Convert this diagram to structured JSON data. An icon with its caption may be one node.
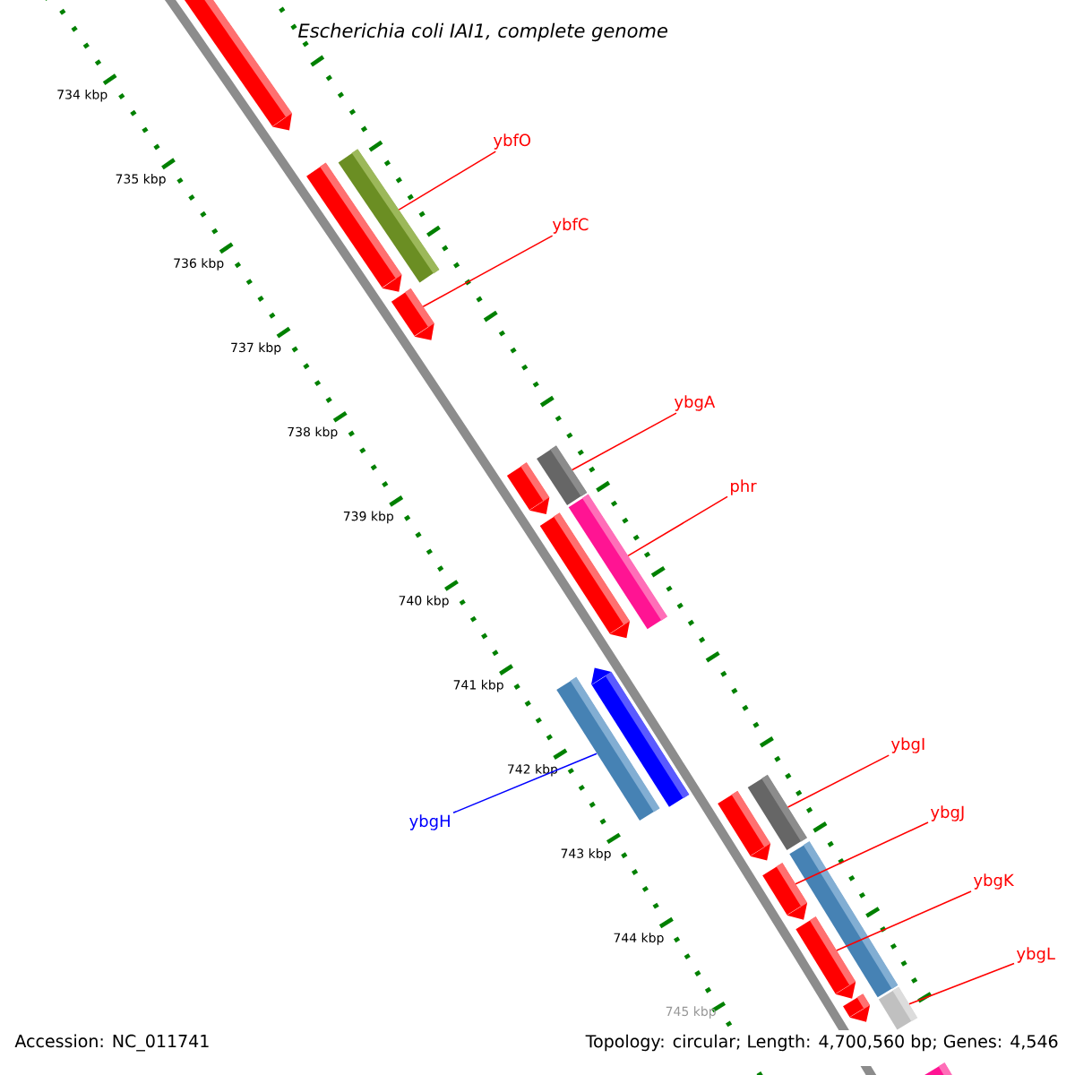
{
  "diagram": {
    "title": "Escherichia coli IAI1, complete genome",
    "nodes": [
      {
        "text": [
          "ybfO"
        ]
      },
      {
        "text": [
          "ybfC"
        ]
      },
      {
        "text": [
          "ybgA"
        ]
      },
      {
        "text": [
          "phr"
        ]
      },
      {
        "text": [
          "ybgH"
        ]
      },
      {
        "text": [
          "ybgI"
        ]
      },
      {
        "text": [
          "ybgJ"
        ]
      },
      {
        "text": [
          "ybgK"
        ]
      },
      {
        "text": [
          "ybgL"
        ]
      },
      {
        "text": [],
        "shape": "bar"
      },
      {
        "text": [],
        "shape": "bar"
      },
      {
        "text": [],
        "shape": "bar"
      },
      {
        "text": [],
        "shape": "bar"
      },
      {
        "text": [],
        "shape": "bar"
      },
      {
        "text": [],
        "shape": "bar"
      },
      {
        "text": [],
        "shape": "bar"
      },
      {
        "text": [],
        "shape": "bar"
      },
      {
        "text": [],
        "shape": "bar"
      },
      {
        "text": [],
        "shape": "bar"
      },
      {
        "text": [],
        "shape": "bar"
      },
      {
        "text": [],
        "shape": "bar"
      },
      {
        "text": [],
        "shape": "bar"
      },
      {
        "text": [],
        "shape": "bar"
      },
      {
        "text": [],
        "shape": "bar"
      },
      {
        "text": [],
        "shape": "bar"
      },
      {
        "text": [],
        "shape": "bar"
      },
      {
        "text": [],
        "shape": "bar"
      }
    ],
    "edges": [
      {
        "from": 0,
        "to": 11,
        "arrow": "none"
      },
      {
        "from": 1,
        "to": 12,
        "arrow": "none"
      },
      {
        "from": 2,
        "to": 14,
        "arrow": "none"
      },
      {
        "from": 3,
        "to": 16,
        "arrow": "none"
      },
      {
        "from": 4,
        "to": 17,
        "arrow": "none",
        "color": "#0000ff"
      },
      {
        "from": 5,
        "to": 20,
        "arrow": "none"
      },
      {
        "from": 6,
        "to": 22,
        "arrow": "none"
      },
      {
        "from": 7,
        "to": 23,
        "arrow": "none"
      },
      {
        "from": 8,
        "to": 25,
        "arrow": "none"
      }
    ],
    "labels": [
      "734 kbp",
      "735 kbp",
      "736 kbp",
      "737 kbp",
      "738 kbp",
      "739 kbp",
      "740 kbp",
      "741 kbp",
      "742 kbp",
      "743 kbp",
      "744 kbp",
      "745 kbp",
      "Accession: NC_011741",
      "Topology: circular; Length: 4,700,560 bp; Genes: 4,546"
    ]
  }
}
